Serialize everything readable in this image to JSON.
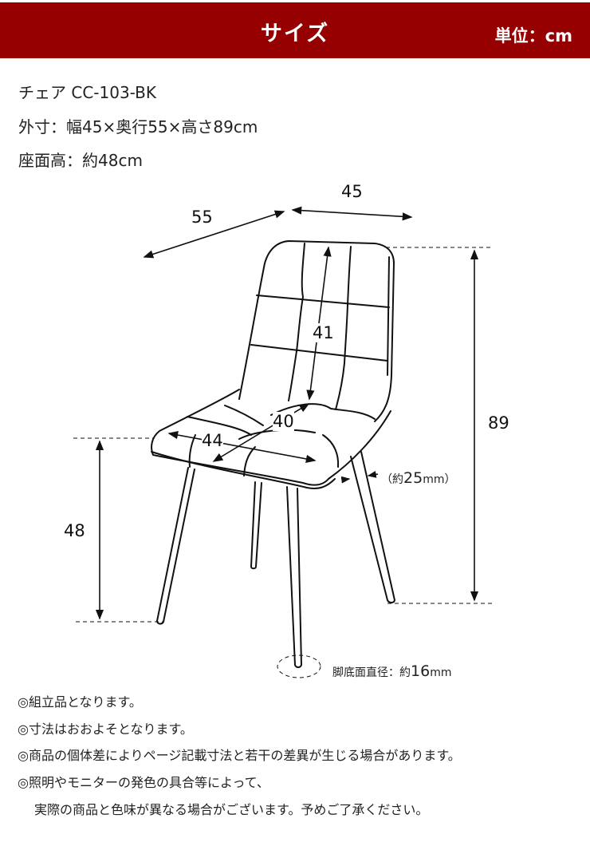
{
  "header": {
    "title": "サイズ",
    "unit": "単位：cm",
    "background_color": "#960000"
  },
  "specs": {
    "model": "チェア CC-103-BK",
    "outer_dimensions": "外寸：幅45×奥行55×高さ89cm",
    "seat_height": "座面高：約48cm"
  },
  "diagram": {
    "depth": "55",
    "width": "45",
    "backrest_height": "41",
    "seat_depth": "40",
    "seat_width": "44",
    "total_height": "89",
    "seat_height": "48",
    "leg_width_prefix": "（約",
    "leg_width_value": "25",
    "leg_width_suffix": "mm）",
    "foot_label_prefix": "脚底面直径：約",
    "foot_label_value": "16",
    "foot_label_unit": "mm"
  },
  "notes": [
    "◎組立品となります。",
    "◎寸法はおおよそとなります。",
    "◎商品の個体差によりページ記載寸法と若干の差異が生じる場合があります。",
    "◎照明やモニターの発色の具合等によって、",
    "実際の商品と色味が異なる場合がございます。予めご了承ください。"
  ]
}
